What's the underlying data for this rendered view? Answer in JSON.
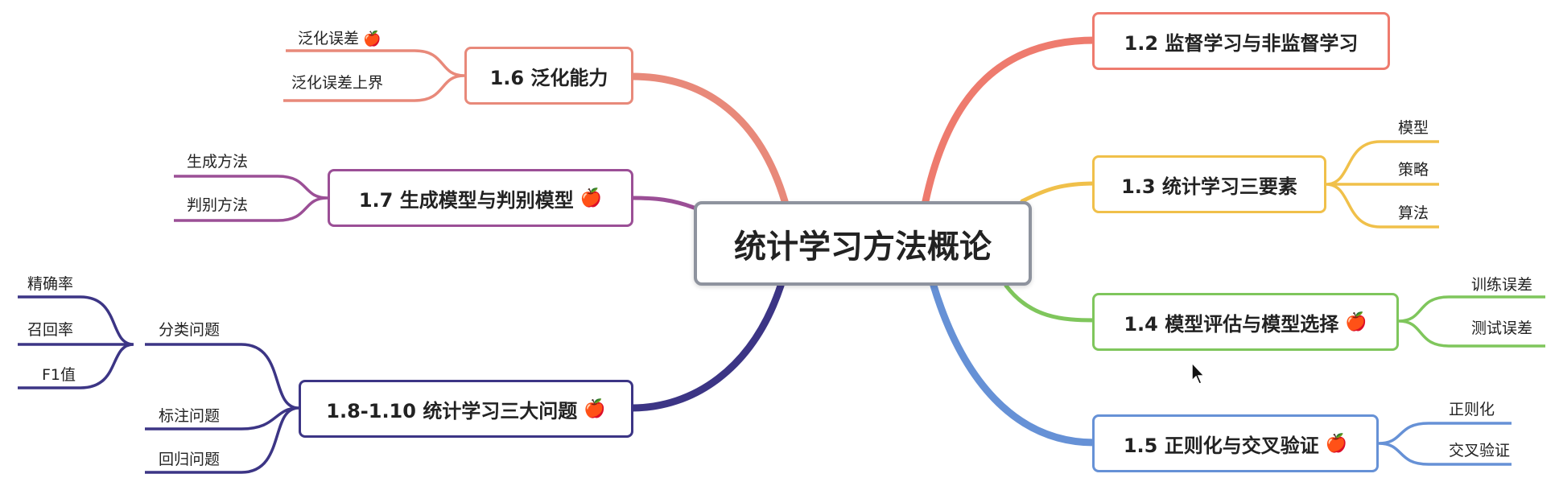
{
  "title": "统计学习方法概论",
  "colors": {
    "c12": "#ee7b6e",
    "c13": "#f0c04a",
    "c14": "#7fc65c",
    "c15": "#6691d6",
    "c16": "#e8897a",
    "c17": "#9b4f96",
    "c18": "#3c3585",
    "root": "#8e939e"
  },
  "branches": {
    "b12": {
      "label": "1.2 监督学习与非监督学习",
      "star": false
    },
    "b13": {
      "label": "1.3 统计学习三要素",
      "star": false,
      "children": [
        "模型",
        "策略",
        "算法"
      ]
    },
    "b14": {
      "label": "1.4 模型评估与模型选择",
      "star": true,
      "children": [
        "训练误差",
        "测试误差"
      ]
    },
    "b15": {
      "label": "1.5 正则化与交叉验证",
      "star": true,
      "children": [
        "正则化",
        "交叉验证"
      ]
    },
    "b16": {
      "label": "1.6 泛化能力",
      "star": false,
      "children": [
        {
          "label": "泛化误差",
          "star": true
        },
        {
          "label": "泛化误差上界",
          "star": false
        }
      ]
    },
    "b17": {
      "label": "1.7 生成模型与判别模型",
      "star": true,
      "children": [
        "生成方法",
        "判别方法"
      ]
    },
    "b18": {
      "label": "1.8-1.10 统计学习三大问题",
      "star": true,
      "children": [
        {
          "label": "分类问题",
          "children": [
            "精确率",
            "召回率",
            "F1值"
          ]
        },
        {
          "label": "标注问题"
        },
        {
          "label": "回归问题"
        }
      ]
    }
  },
  "star_icon": "apple-icon",
  "cursor_icon": "mouse-pointer-icon"
}
